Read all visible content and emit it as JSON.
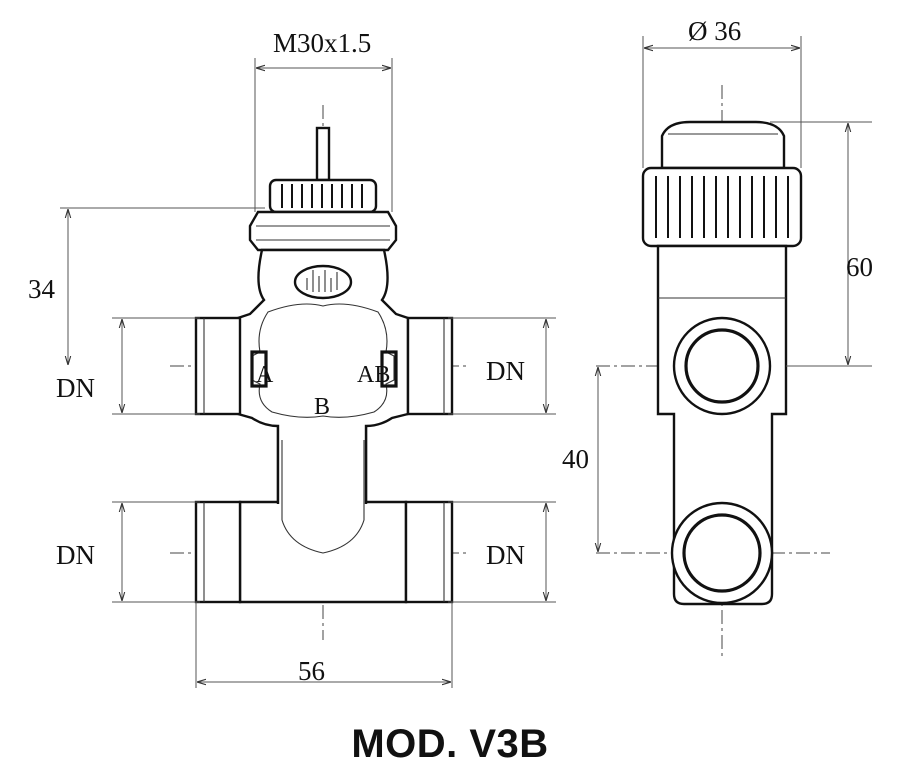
{
  "drawing": {
    "thread_dim": "M30x1.5",
    "diameter_dim": "Ø 36",
    "height_34": "34",
    "height_60": "60",
    "spacing_40": "40",
    "width_56": "56",
    "dn_label": "DN",
    "port_a": "A",
    "port_ab": "AB",
    "port_b": "B"
  },
  "model": "MOD. V3B"
}
